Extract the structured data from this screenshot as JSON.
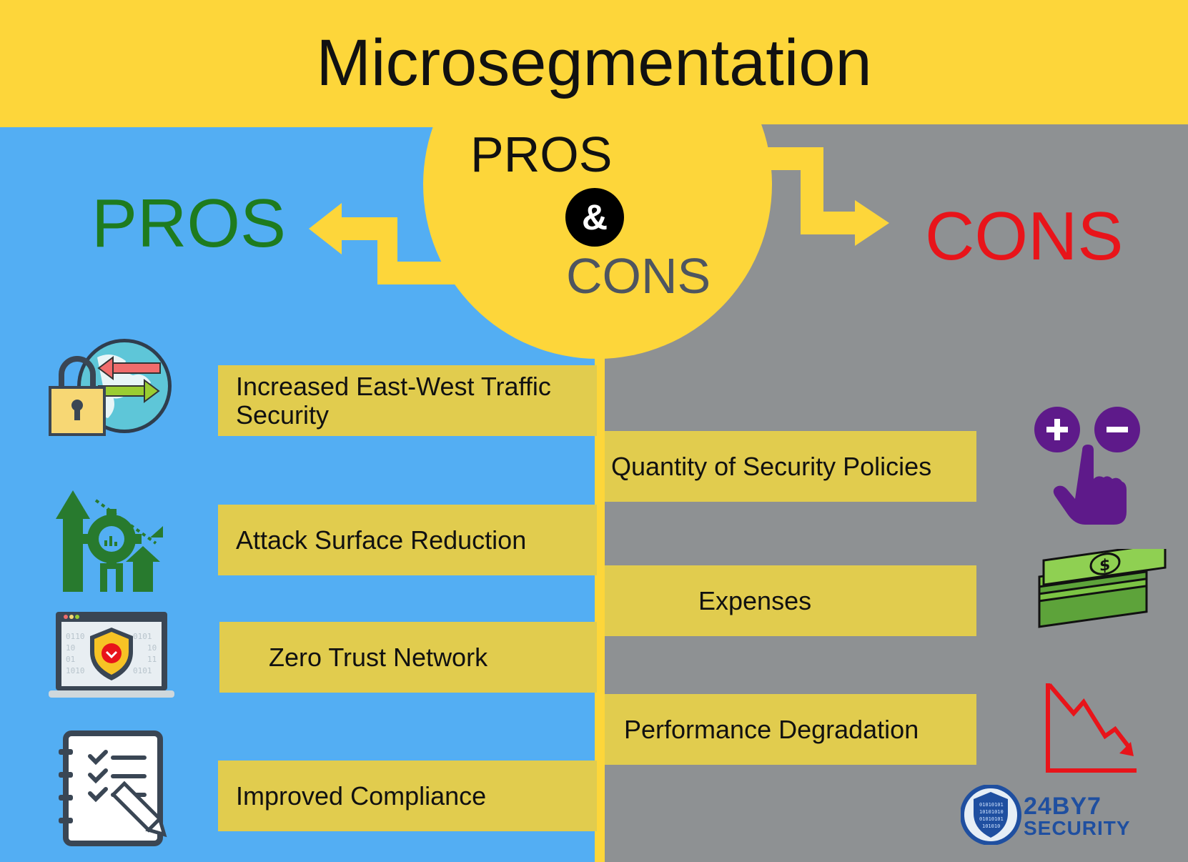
{
  "title": "Microsegmentation",
  "center": {
    "pros": "PROS",
    "amp": "&",
    "cons": "CONS"
  },
  "pros_heading": "PROS",
  "cons_heading": "CONS",
  "pros": [
    {
      "label": "Increased East-West Traffic Security",
      "icon": "globe-lock-icon"
    },
    {
      "label": "Attack Surface Reduction",
      "icon": "gear-growth-icon"
    },
    {
      "label": "Zero Trust Network",
      "icon": "laptop-shield-icon"
    },
    {
      "label": "Improved Compliance",
      "icon": "checklist-pencil-icon"
    }
  ],
  "cons": [
    {
      "label": "Quantity of Security Policies",
      "icon": "plus-minus-hand-icon"
    },
    {
      "label": "Expenses",
      "icon": "money-stack-icon"
    },
    {
      "label": "Performance Degradation",
      "icon": "declining-chart-icon"
    }
  ],
  "logo": {
    "line1": "24BY7",
    "line2": "SECURITY",
    "icon": "shield-binary-logo-icon"
  },
  "colors": {
    "yellow": "#fdd63a",
    "blue": "#53aef3",
    "gray": "#8e9193",
    "box": "#e1cc4e",
    "pros_green": "#1e7b1e",
    "cons_red": "#e8141a"
  }
}
